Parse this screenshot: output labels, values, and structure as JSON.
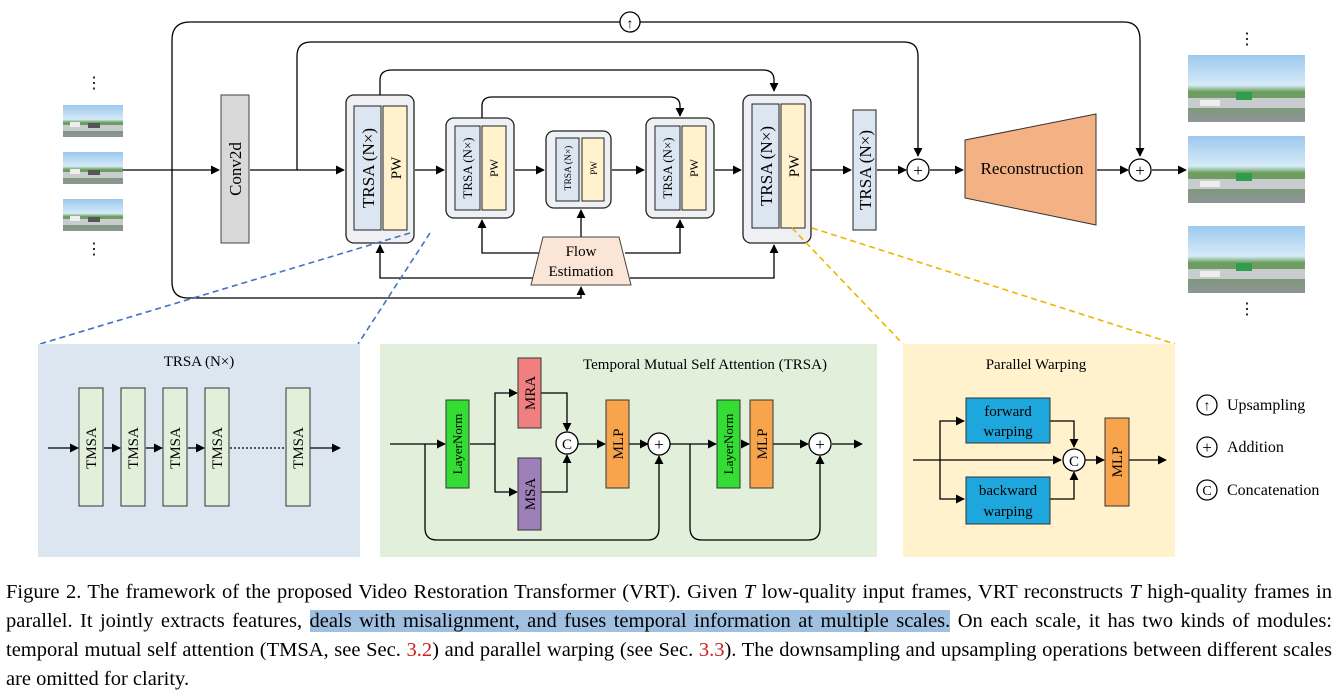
{
  "top": {
    "conv_label": "Conv2d",
    "trsa_block_label": "TRSA (N×)",
    "pw_label": "PW",
    "flow_line1": "Flow",
    "flow_line2": "Estimation",
    "reconstruction_label": "Reconstruction",
    "vertical_dots": "⋮",
    "upsampling_symbol": "↑",
    "addition_symbol": "+"
  },
  "panel_trsa": {
    "title": "TRSA (N×)",
    "block_label": "TMSA",
    "bg_color": "#dce6f1"
  },
  "panel_tmsa": {
    "title": "Temporal Mutual Self Attention (TRSA)",
    "layernorm_label": "LayerNorm",
    "mra_label": "MRA",
    "msa_label": "MSA",
    "mlp_label": "MLP",
    "concat_symbol": "C",
    "bg_color": "#e2efda"
  },
  "panel_pw": {
    "title": "Parallel Warping",
    "forward_line1": "forward",
    "forward_line2": "warping",
    "backward_line1": "backward",
    "backward_line2": "warping",
    "mlp_label": "MLP",
    "bg_color": "#fff2cc"
  },
  "legend": {
    "upsampling": "Upsampling",
    "addition": "Addition",
    "concatenation": "Concatenation"
  },
  "caption": {
    "part1": "Figure 2. The framework of the proposed Video Restoration Transformer (VRT). Given ",
    "var_t": "T",
    "part2": " low-quality input frames, VRT reconstructs ",
    "part3": " high-quality frames in parallel. It jointly extracts features, ",
    "highlight": "deals with misalignment, and fuses temporal information at multiple scales.",
    "part4": " On each scale, it has two kinds of modules: temporal mutual self attention (TMSA, see Sec. ",
    "ref1": "3.2",
    "part5": ") and parallel warping (see Sec. ",
    "ref2": "3.3",
    "part6": "). The downsampling and upsampling operations between different scales are omitted for clarity."
  },
  "colors": {
    "trsa_fill": "#dce6f1",
    "pw_fill": "#fff2cc",
    "conv_fill": "#d9d9d9",
    "recon_fill": "#f4b183",
    "flow_fill": "#fbe5d6",
    "tmsa_fill": "#e2efda",
    "layernorm_fill": "#33dd33",
    "mra_fill": "#f08080",
    "msa_fill": "#9e80b8",
    "mlp_fill": "#f8a44c",
    "warp_fill": "#1ea7dd",
    "dash_blue": "#4472c4",
    "dash_yellow": "#f0b400"
  }
}
